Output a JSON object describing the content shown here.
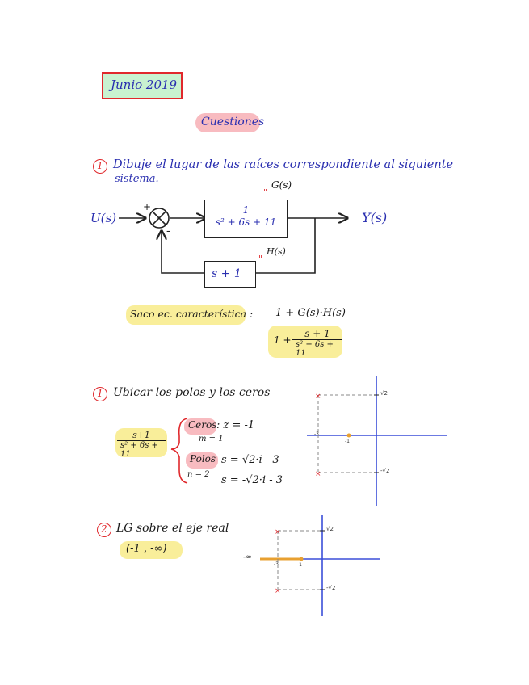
{
  "title": "Junio 2019",
  "section": "Cuestiones",
  "q1": {
    "number": "1",
    "text_line1": "Dibuje el lugar de las raíces correspondiente al siguiente",
    "text_line2": "sistema."
  },
  "diagram": {
    "input": "U(s)",
    "output": "Y(s)",
    "plus": "+",
    "minus": "-",
    "g_label": "G(s)",
    "h_label": "H(s)",
    "g_num": "1",
    "g_den": "s² + 6s + 11",
    "h_block": "s + 1",
    "ditto": "\""
  },
  "char_eq": {
    "label": "Saco ec. característica :",
    "expr": "1 + G(s)·H(s)",
    "prefix": "1 +",
    "num": "s + 1",
    "den": "s² + 6s + 11"
  },
  "step1": {
    "number": "1",
    "text": "Ubicar los polos y los ceros",
    "tf_num": "s+1",
    "tf_den": "s² + 6s + 11",
    "zeros_label": "Ceros",
    "zeros_value": ": z = -1",
    "m_label": "m = 1",
    "poles_label": "Polos",
    "pole1": "s = √2·i - 3",
    "n_label": "n = 2",
    "pole2": "s = -√2·i - 3",
    "axis_labels": {
      "upper": "√2",
      "lower": "-√2",
      "zero": "-1",
      "pole_real": "-3"
    }
  },
  "step2": {
    "number": "2",
    "text": "LG sobre el eje real",
    "interval": "(-1 , -∞)",
    "neg_inf": "-∞",
    "axis_labels": {
      "upper": "√2",
      "lower": "-√2",
      "zero": "-1",
      "pole_real": "-3"
    }
  },
  "colors": {
    "pen_blue": "#2a2fb0",
    "title_border": "#e0282c",
    "number_circle": "#e0282c",
    "highlight_yellow": "#f7e878",
    "highlight_pink": "#f6aab0",
    "axis_blue": "#3b4fd8",
    "root_locus_orange": "#e8a030",
    "pole_red": "#e0282c"
  }
}
